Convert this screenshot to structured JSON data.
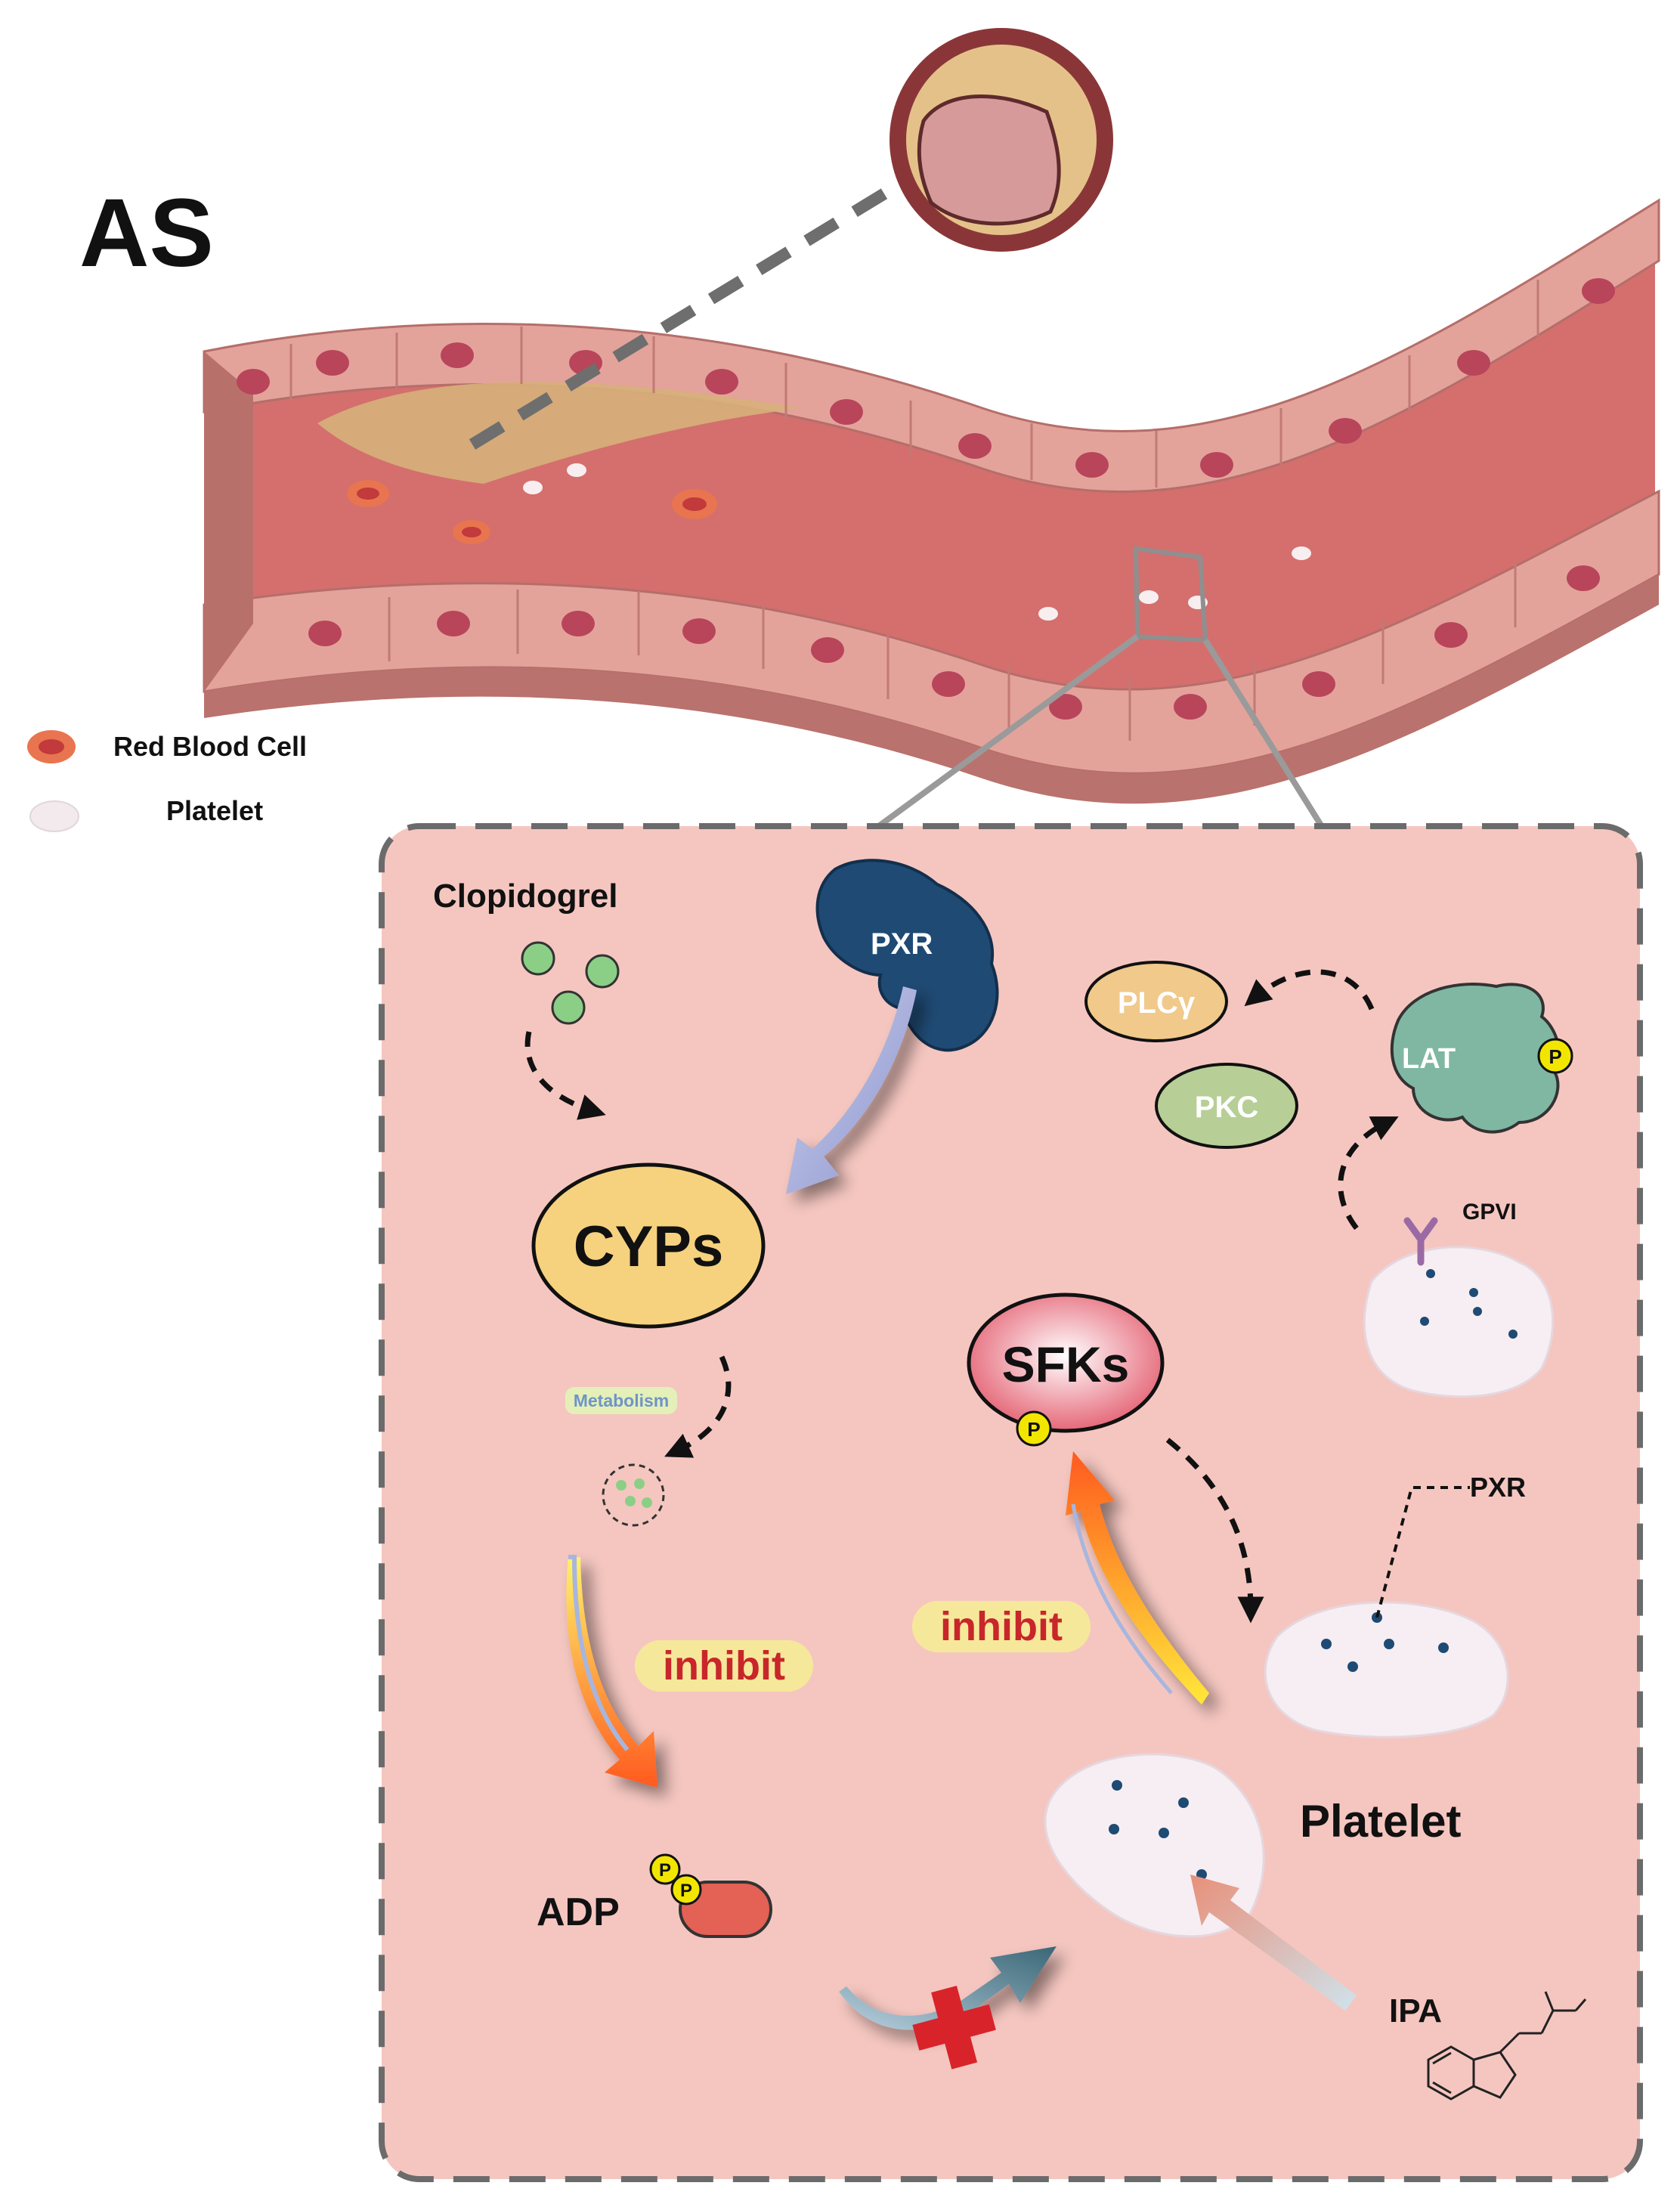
{
  "title": "AS",
  "legend": {
    "red_blood_cell": "Red Blood Cell",
    "platelet": "Platelet"
  },
  "labels": {
    "clopidogrel": "Clopidogrel",
    "pxr": "PXR",
    "cyps": "CYPs",
    "metabolism": "Metabolism",
    "inhibit_left": "inhibit",
    "inhibit_right": "inhibit",
    "adp": "ADP",
    "p": "P",
    "plcg": "PLCγ",
    "pkc": "PKC",
    "lat": "LAT",
    "gpvi": "GPVI",
    "sfks": "SFKs",
    "pxr_small": "PXR",
    "platelet": "Platelet",
    "ipa": "IPA"
  },
  "colors": {
    "vessel_wall": "#d98c83",
    "vessel_lumen": "#d46f6e",
    "cell_nucleus": "#b8455a",
    "plaque": "#d6b07a",
    "panel_bg": "#f5c6c0",
    "pxr": "#1f4a73",
    "cyps": "#f6d27e",
    "sfks": "#e35a6c",
    "lat": "#7fb7a3",
    "plcg": "#f0c98b",
    "pkc": "#b7cf96",
    "inhibit_text": "#c8262a",
    "inhibit_bg": "#f6e89a",
    "adp": "#e36155",
    "phospho": "#f2e600"
  }
}
